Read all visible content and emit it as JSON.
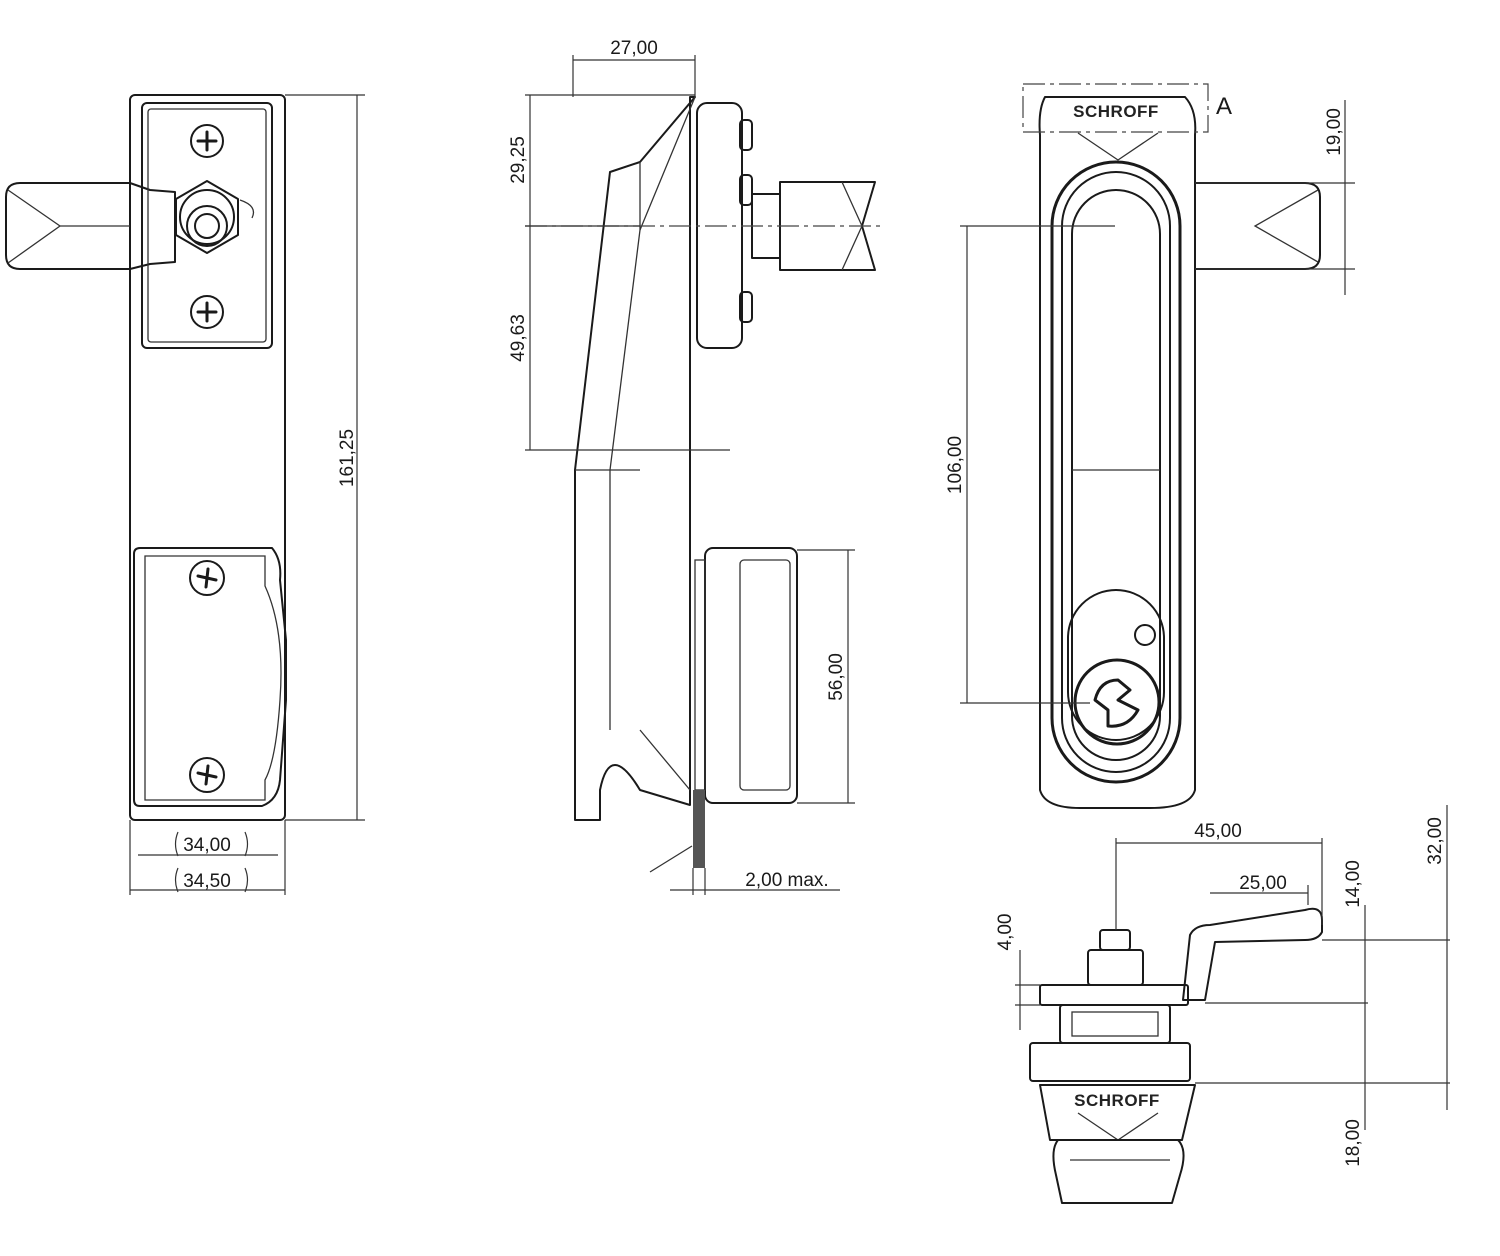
{
  "drawing": {
    "brand_text": "SCHROFF",
    "detail_label": "A",
    "dimensions": {
      "front_height": "161,25",
      "front_width_inner": "34,00",
      "front_width_outer": "34,50",
      "side_depth": "27,00",
      "side_upper": "29,25",
      "side_middle": "49,63",
      "side_lower": "56,00",
      "panel_thickness": "2,00 max.",
      "back_cam_offset": "19,00",
      "back_pitch": "106,00",
      "bottom_cam_reach": "45,00",
      "bottom_cam_arm": "25,00",
      "bottom_small": "4,00",
      "bottom_cam_height": "14,00",
      "bottom_total": "32,00",
      "bottom_handle": "18,00"
    }
  }
}
